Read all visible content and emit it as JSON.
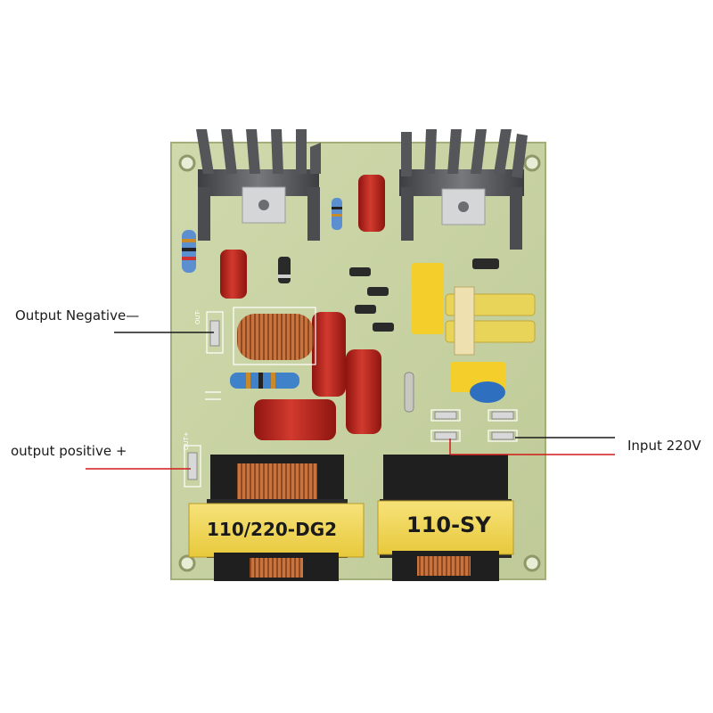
{
  "annotations": {
    "output_negative": "Output Negative—",
    "output_positive": "output positive +",
    "input": "Input 220V"
  },
  "transformers": {
    "left": "110/220-DG2",
    "right": "110-SY"
  },
  "silkscreen": {
    "out_minus": "OUT-",
    "out_plus": "OUT+"
  },
  "colors": {
    "board": "#c9d3a6",
    "heatsink": "#5c5d60",
    "capacitor_red": "#b8221c",
    "capacitor_yellow": "#f2d23a",
    "line_black": "#1a1a1a",
    "line_red": "#d11a1a"
  }
}
